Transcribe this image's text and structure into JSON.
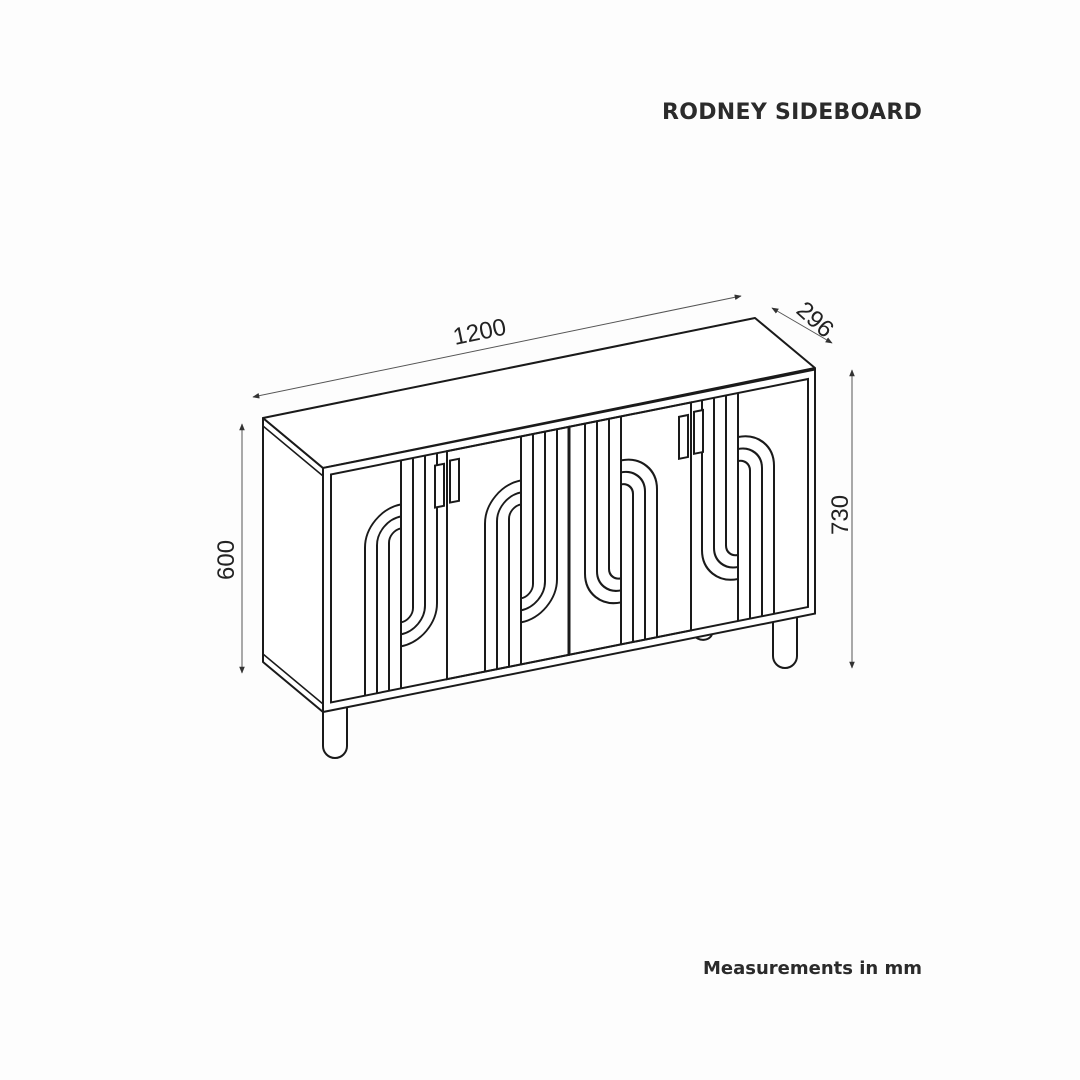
{
  "title": "RODNEY SIDEBOARD",
  "note": "Measurements in mm",
  "dimensions": {
    "width": "1200",
    "depth": "296",
    "body_height": "600",
    "total_height": "730"
  },
  "colors": {
    "line": "#1a1a1a",
    "dim_line": "#555555",
    "background": "#fdfdfd"
  }
}
